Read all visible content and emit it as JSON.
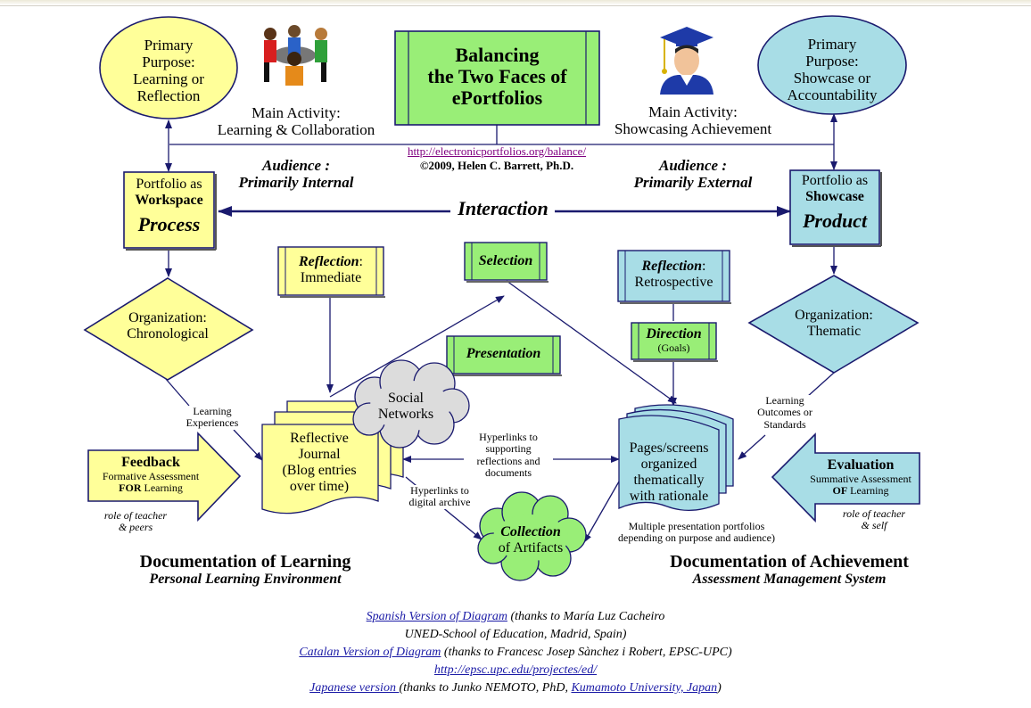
{
  "title": {
    "line1": "Balancing",
    "line2": "the Two Faces of",
    "line3": "ePortfolios"
  },
  "url": "http://electronicportfolios.org/balance/",
  "copyright": "©2009, Helen C. Barrett, Ph.D.",
  "left_purpose": {
    "l1": "Primary",
    "l2": "Purpose:",
    "l3": "Learning or",
    "l4": "Reflection"
  },
  "right_purpose": {
    "l1": "Primary",
    "l2": "Purpose:",
    "l3": "Showcase or",
    "l4": "Accountability"
  },
  "left_activity": {
    "l1": "Main Activity:",
    "l2": "Learning & Collaboration"
  },
  "right_activity": {
    "l1": "Main Activity:",
    "l2": "Showcasing Achievement"
  },
  "left_audience": {
    "l1": "Audience :",
    "l2": "Primarily Internal"
  },
  "right_audience": {
    "l1": "Audience :",
    "l2": "Primarily External"
  },
  "workspace": {
    "l1": "Portfolio as",
    "l2": "Workspace",
    "l3": "Process"
  },
  "showcase": {
    "l1": "Portfolio as",
    "l2": "Showcase",
    "l3": "Product"
  },
  "interaction": "Interaction",
  "reflection_immediate": {
    "bold": "Reflection",
    "rest": ":",
    "l2": "Immediate"
  },
  "selection": "Selection",
  "presentation": "Presentation",
  "reflection_retro": {
    "bold": "Reflection",
    "rest": ":",
    "l2": "Retrospective"
  },
  "direction": {
    "l1": "Direction",
    "l2": "(Goals)"
  },
  "org_left": {
    "l1": "Organization:",
    "l2": "Chronological"
  },
  "org_right": {
    "l1": "Organization:",
    "l2": "Thematic"
  },
  "learning_experiences": {
    "l1": "Learning",
    "l2": "Experiences"
  },
  "learning_outcomes": {
    "l1": "Learning",
    "l2": "Outcomes or",
    "l3": "Standards"
  },
  "social": {
    "l1": "Social",
    "l2": "Networks"
  },
  "journal": {
    "l1": "Reflective",
    "l2": "Journal",
    "l3": "(Blog entries",
    "l4": "over time)"
  },
  "hyper_reflections": {
    "l1": "Hyperlinks to",
    "l2": "supporting",
    "l3": "reflections and",
    "l4": "documents"
  },
  "hyper_archive": {
    "l1": "Hyperlinks to",
    "l2": "digital archive"
  },
  "pages": {
    "l1": "Pages/screens",
    "l2": "organized",
    "l3": "thematically",
    "l4": "with rationale"
  },
  "collection": {
    "l1": "Collection",
    "l2": "of Artifacts"
  },
  "multiple": {
    "l1": "Multiple presentation portfolios",
    "l2": "depending on purpose and audience)"
  },
  "feedback": {
    "l1": "Feedback",
    "l2": "Formative Assessment",
    "l3a": "FOR",
    "l3b": " Learning"
  },
  "evaluation": {
    "l1": "Evaluation",
    "l2": "Summative Assessment",
    "l3a": "OF",
    "l3b": " Learning"
  },
  "role_left": {
    "l1": "role of teacher",
    "l2": "& peers"
  },
  "role_right": {
    "l1": "role of teacher",
    "l2": "& self"
  },
  "doc_learning": {
    "l1": "Documentation of Learning",
    "l2": "Personal Learning Environment"
  },
  "doc_achievement": {
    "l1": "Documentation of Achievement",
    "l2": "Assessment Management System"
  },
  "footer": {
    "spanish_link": "Spanish Version of Diagram",
    "spanish_rest": " (thanks to María Luz Cacheiro",
    "spanish_l2": "UNED-School of Education, Madrid, Spain)",
    "catalan_link": "Catalan Version of Diagram",
    "catalan_rest": " (thanks to Francesc Josep Sànchez i Robert, EPSC-UPC)",
    "catalan_url": "http://epsc.upc.edu/projectes/ed/",
    "japanese_link": "Japanese version ",
    "japanese_rest": "(thanks to Junko NEMOTO, PhD, ",
    "japanese_link2": "Kumamoto University, Japan",
    "japanese_end": ")"
  },
  "colors": {
    "yellow": "#ffff99",
    "green": "#99ee77",
    "cyan": "#a8dde6",
    "gray": "#dcdcdc",
    "navy": "#1a1a6e"
  }
}
